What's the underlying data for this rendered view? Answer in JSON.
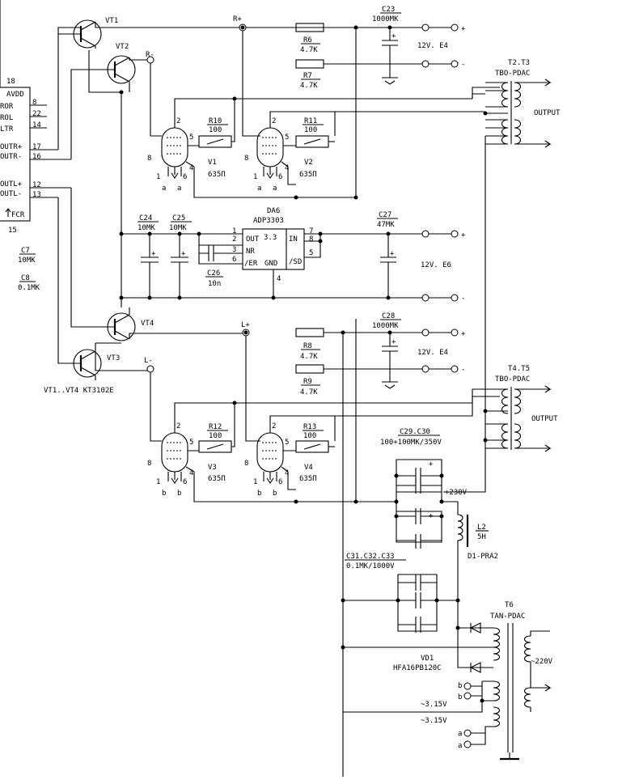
{
  "labels": {
    "vt1": "VT1",
    "vt2": "VT2",
    "vt3": "VT3",
    "vt4": "VT4",
    "rplus": "R+",
    "rminus": "R-",
    "lplus": "L+",
    "lminus": "L-",
    "c23": "C23",
    "c23v": "1000MK",
    "e4a": "12V. E4",
    "r6": "R6",
    "r6v": "4.7K",
    "r7": "R7",
    "r7v": "4.7K",
    "t23": "T2.T3",
    "t23v": "TBO-PDAC",
    "output1": "OUTPUT",
    "ic18": "18",
    "ic_avdd": "AVDD",
    "ic_ror": "ROR",
    "ic_rol": "ROL",
    "ic_ltr": "LTR",
    "ic_outrp": "OUTR+",
    "ic_outrm": "OUTR-",
    "ic_outlp": "OUTL+",
    "ic_outlm": "OUTL-",
    "ic_fcr": "FCR",
    "p8": "8",
    "p22": "22",
    "p14": "14",
    "p17": "17",
    "p16": "16",
    "p12": "12",
    "p13": "13",
    "p15": "15",
    "c7": "C7",
    "c7v": "10MK",
    "c8": "C8",
    "c8v": "0.1MK",
    "r10": "R10",
    "r10v": "100",
    "r11": "R11",
    "r11v": "100",
    "v1": "V1",
    "v1v": "635П",
    "v2": "V2",
    "v2v": "635П",
    "v3": "V3",
    "v3v": "635П",
    "v4": "V4",
    "v4v": "635П",
    "r12": "R12",
    "r12v": "100",
    "r13": "R13",
    "r13v": "100",
    "pin2": "2",
    "pin5": "5",
    "pin8": "8",
    "pin1": "1",
    "pin6": "6",
    "pin4": "4",
    "pa": "a",
    "pb": "b",
    "da6": "DA6",
    "da6v": "ADP3303",
    "u_out": "OUT",
    "u_33": "3.3",
    "u_in": "IN",
    "u_nr": "NR",
    "u_er": "/ER",
    "u_gnd": "GND",
    "u_sd": "/SD",
    "up1": "1",
    "up2": "2",
    "up3": "3",
    "up6": "6",
    "up7": "7",
    "up8": "8",
    "up5": "5",
    "up4": "4",
    "c24": "C24",
    "c24v": "10MK",
    "c25": "C25",
    "c25v": "10MK",
    "c26": "C26",
    "c26v": "10n",
    "c27": "C27",
    "c27v": "47MK",
    "e6": "12V. E6",
    "c28": "C28",
    "c28v": "1000MK",
    "e4b": "12V. E4",
    "r8": "R8",
    "r8v": "4.7K",
    "r9": "R9",
    "r9v": "4.7K",
    "vtall": "VT1..VT4 KT3102E",
    "t45": "T4.T5",
    "t45v": "TBO-PDAC",
    "output2": "OUTPUT",
    "c2930": "C29.C30",
    "c2930v": "100+100MK/350V",
    "v230": "+230V",
    "l2": "L2",
    "l2v": "5H",
    "d1": "D1-PRA2",
    "c3133": "C31.C32.C33",
    "c3133v": "0.1MK/1000V",
    "t6": "T6",
    "t6v": "TAN-PDAC",
    "vd1": "VD1",
    "vd1v": "HFA16PB120C",
    "v220": "~220V",
    "v315a": "~3.15V",
    "v315b": "~3.15V",
    "plus": "+",
    "minus": "-"
  },
  "colors": {
    "ink": "#000000",
    "paper": "#ffffff"
  }
}
